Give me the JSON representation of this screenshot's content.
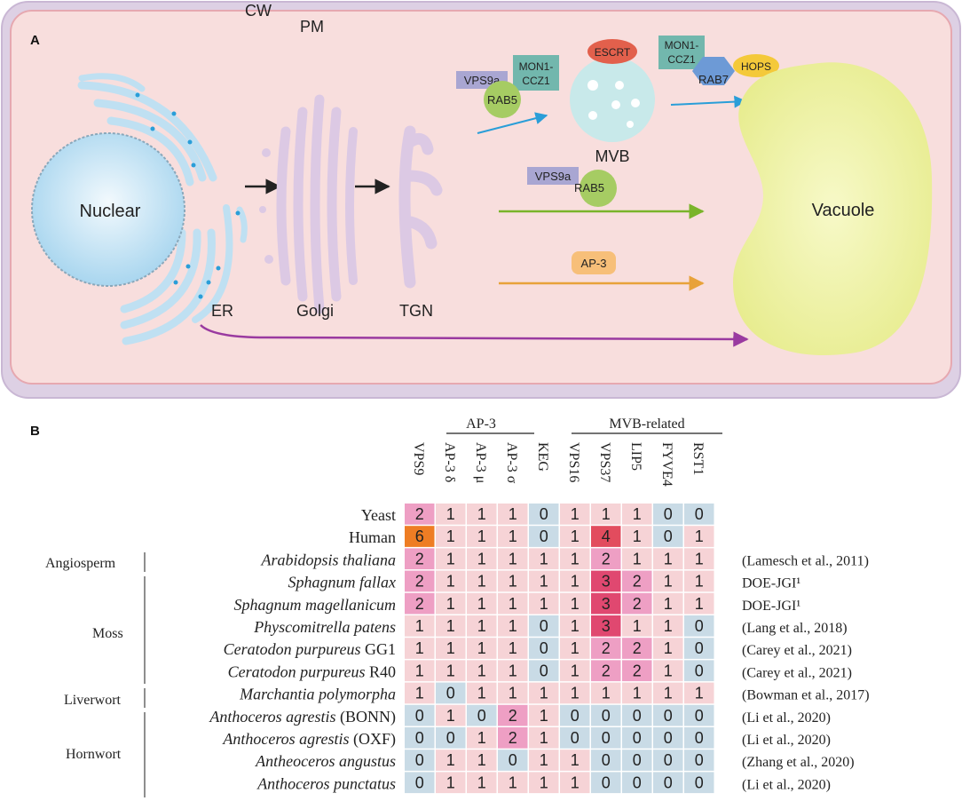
{
  "panel_a": {
    "panel_label": "A",
    "cell_wall_label": "CW",
    "plasma_membrane_label": "PM",
    "nucleus_label": "Nuclear",
    "er_label": "ER",
    "golgi_label": "Golgi",
    "tgn_label": "TGN",
    "mvb_label": "MVB",
    "vacuole_label": "Vacuole",
    "proteins": {
      "vps9a_top": "VPS9a",
      "mon1_ccz1_left_1": "MON1-",
      "mon1_ccz1_left_2": "CCZ1",
      "rab5_top": "RAB5",
      "escrt": "ESCRT",
      "mon1_ccz1_right_1": "MON1-",
      "mon1_ccz1_right_2": "CCZ1",
      "rab7": "RAB7",
      "hops": "HOPS",
      "vps9a_mid": "VPS9a",
      "rab5_mid": "RAB5",
      "ap3": "AP-3"
    },
    "colors": {
      "cell_wall": "#ddd0e4",
      "cytoplasm": "#f8dedd",
      "nucleus": "#c6e4f4",
      "er": "#bfe0f2",
      "golgi": "#dcc9e4",
      "mvb": "#c8e9ea",
      "vacuole": "#eef2a8",
      "arrow_blue": "#2a9ed8",
      "arrow_green": "#7ab42a",
      "arrow_orange": "#e8a23a",
      "arrow_purple": "#9a3aa0"
    }
  },
  "panel_b": {
    "panel_label": "B",
    "groups": [
      {
        "label": "AP-3"
      },
      {
        "label": "MVB-related"
      }
    ],
    "columns": [
      "VPS9",
      "AP-3 δ",
      "AP-3 μ",
      "AP-3 σ",
      "KEG",
      "VPS16",
      "VPS37",
      "LIP5",
      "FYVE4",
      "RST1"
    ],
    "categories": [
      "Angiosperm",
      "Moss",
      "Liverwort",
      "Hornwort"
    ],
    "rows": [
      {
        "species": "Yeast",
        "italic": false,
        "values": [
          2,
          1,
          1,
          1,
          0,
          1,
          1,
          1,
          0,
          0
        ],
        "reference": ""
      },
      {
        "species": "Human",
        "italic": false,
        "values": [
          6,
          1,
          1,
          1,
          0,
          1,
          4,
          1,
          0,
          1
        ],
        "reference": ""
      },
      {
        "species": "Arabidopsis thaliana",
        "italic": true,
        "values": [
          2,
          1,
          1,
          1,
          1,
          1,
          2,
          1,
          1,
          1
        ],
        "reference": "(Lamesch et al., 2011)"
      },
      {
        "species": "Sphagnum fallax",
        "italic": true,
        "values": [
          2,
          1,
          1,
          1,
          1,
          1,
          3,
          2,
          1,
          1
        ],
        "reference": "DOE-JGI¹"
      },
      {
        "species": "Sphagnum magellanicum",
        "italic": true,
        "values": [
          2,
          1,
          1,
          1,
          1,
          1,
          3,
          2,
          1,
          1
        ],
        "reference": "DOE-JGI¹"
      },
      {
        "species": "Physcomitrella patens",
        "italic": true,
        "values": [
          1,
          1,
          1,
          1,
          0,
          1,
          3,
          1,
          1,
          0
        ],
        "reference": "(Lang et al., 2018)"
      },
      {
        "species": "Ceratodon purpureus",
        "suffix": " GG1",
        "italic": true,
        "values": [
          1,
          1,
          1,
          1,
          0,
          1,
          2,
          2,
          1,
          0
        ],
        "reference": "(Carey et al., 2021)"
      },
      {
        "species": "Ceratodon purpureus",
        "suffix": " R40",
        "italic": true,
        "values": [
          1,
          1,
          1,
          1,
          0,
          1,
          2,
          2,
          1,
          0
        ],
        "reference": "(Carey et al., 2021)"
      },
      {
        "species": "Marchantia polymorpha",
        "italic": true,
        "values": [
          1,
          0,
          1,
          1,
          1,
          1,
          1,
          1,
          1,
          1
        ],
        "reference": "(Bowman et al., 2017)"
      },
      {
        "species": "Anthoceros agrestis",
        "suffix": " (BONN)",
        "italic": true,
        "values": [
          0,
          1,
          0,
          2,
          1,
          0,
          0,
          0,
          0,
          0
        ],
        "reference": "(Li et al., 2020)"
      },
      {
        "species": "Anthoceros agrestis",
        "suffix": " (OXF)",
        "italic": true,
        "values": [
          0,
          0,
          1,
          2,
          1,
          0,
          0,
          0,
          0,
          0
        ],
        "reference": "(Li et al., 2020)"
      },
      {
        "species": "Antheoceros angustus",
        "italic": true,
        "values": [
          0,
          1,
          1,
          0,
          1,
          1,
          0,
          0,
          0,
          0
        ],
        "reference": "(Zhang et al., 2020)"
      },
      {
        "species": "Anthoceros punctatus",
        "italic": true,
        "values": [
          0,
          1,
          1,
          1,
          1,
          1,
          0,
          0,
          0,
          0
        ],
        "reference": "(Li et al., 2020)"
      }
    ],
    "colors": {
      "zero": "#c9dbe6",
      "one": "#f6d3d6",
      "two": "#ee9fc4",
      "three": "#e04870",
      "four": "#e24c5e",
      "six": "#ee7d24"
    }
  }
}
